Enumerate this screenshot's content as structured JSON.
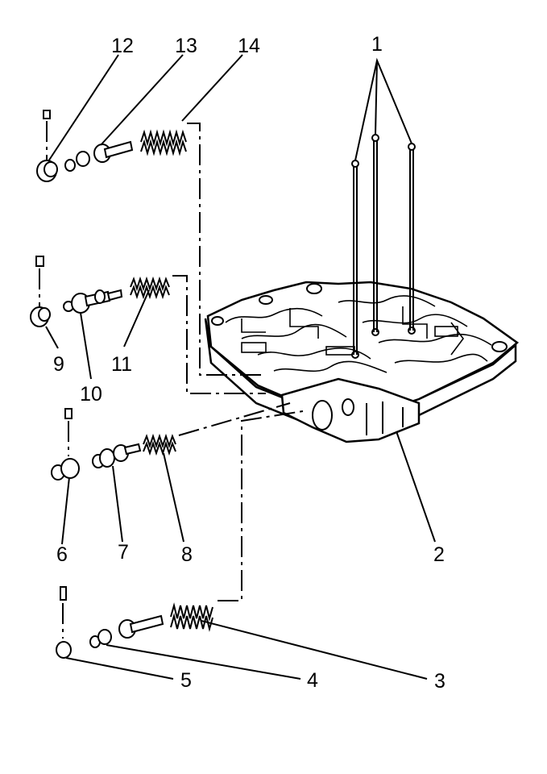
{
  "callouts": {
    "c1": "1",
    "c2": "2",
    "c3": "3",
    "c4": "4",
    "c5": "5",
    "c6": "6",
    "c7": "7",
    "c8": "8",
    "c9": "9",
    "c10": "10",
    "c11": "11",
    "c12": "12",
    "c13": "13",
    "c14": "14"
  },
  "colors": {
    "ink": "#000000",
    "paper": "#ffffff"
  }
}
